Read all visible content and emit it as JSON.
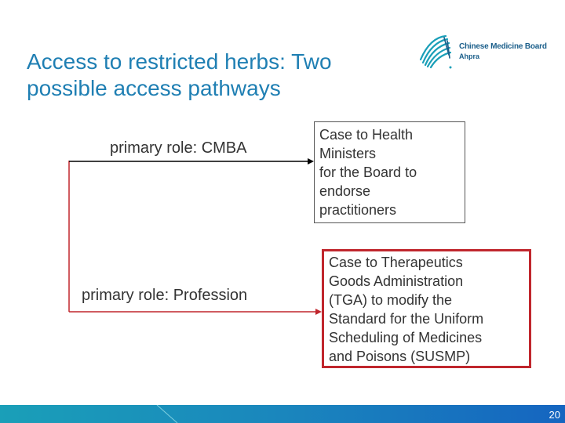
{
  "title": {
    "line1": "Access to restricted herbs: Two",
    "line2": "possible access pathways"
  },
  "logo": {
    "line1": "Chinese Medicine Board",
    "line2": "Ahpra",
    "icon": "cmba-logo-icon"
  },
  "pathways": {
    "cmba_label": "primary role: CMBA",
    "profession_label": "primary role: Profession"
  },
  "boxes": {
    "health_ministers": [
      "Case to Health",
      "Ministers",
      "for the Board to",
      "endorse",
      "practitioners"
    ],
    "tga": [
      "Case to Therapeutics",
      "Goods Administration",
      "(TGA) to modify the",
      "Standard for the Uniform",
      "Scheduling of Medicines",
      "and Poisons (SUSMP)"
    ]
  },
  "colors": {
    "title": "#1f7fb3",
    "red": "#c0262d",
    "footer_start": "#1a9fb8",
    "footer_end": "#1565c0"
  },
  "page_number": "20"
}
